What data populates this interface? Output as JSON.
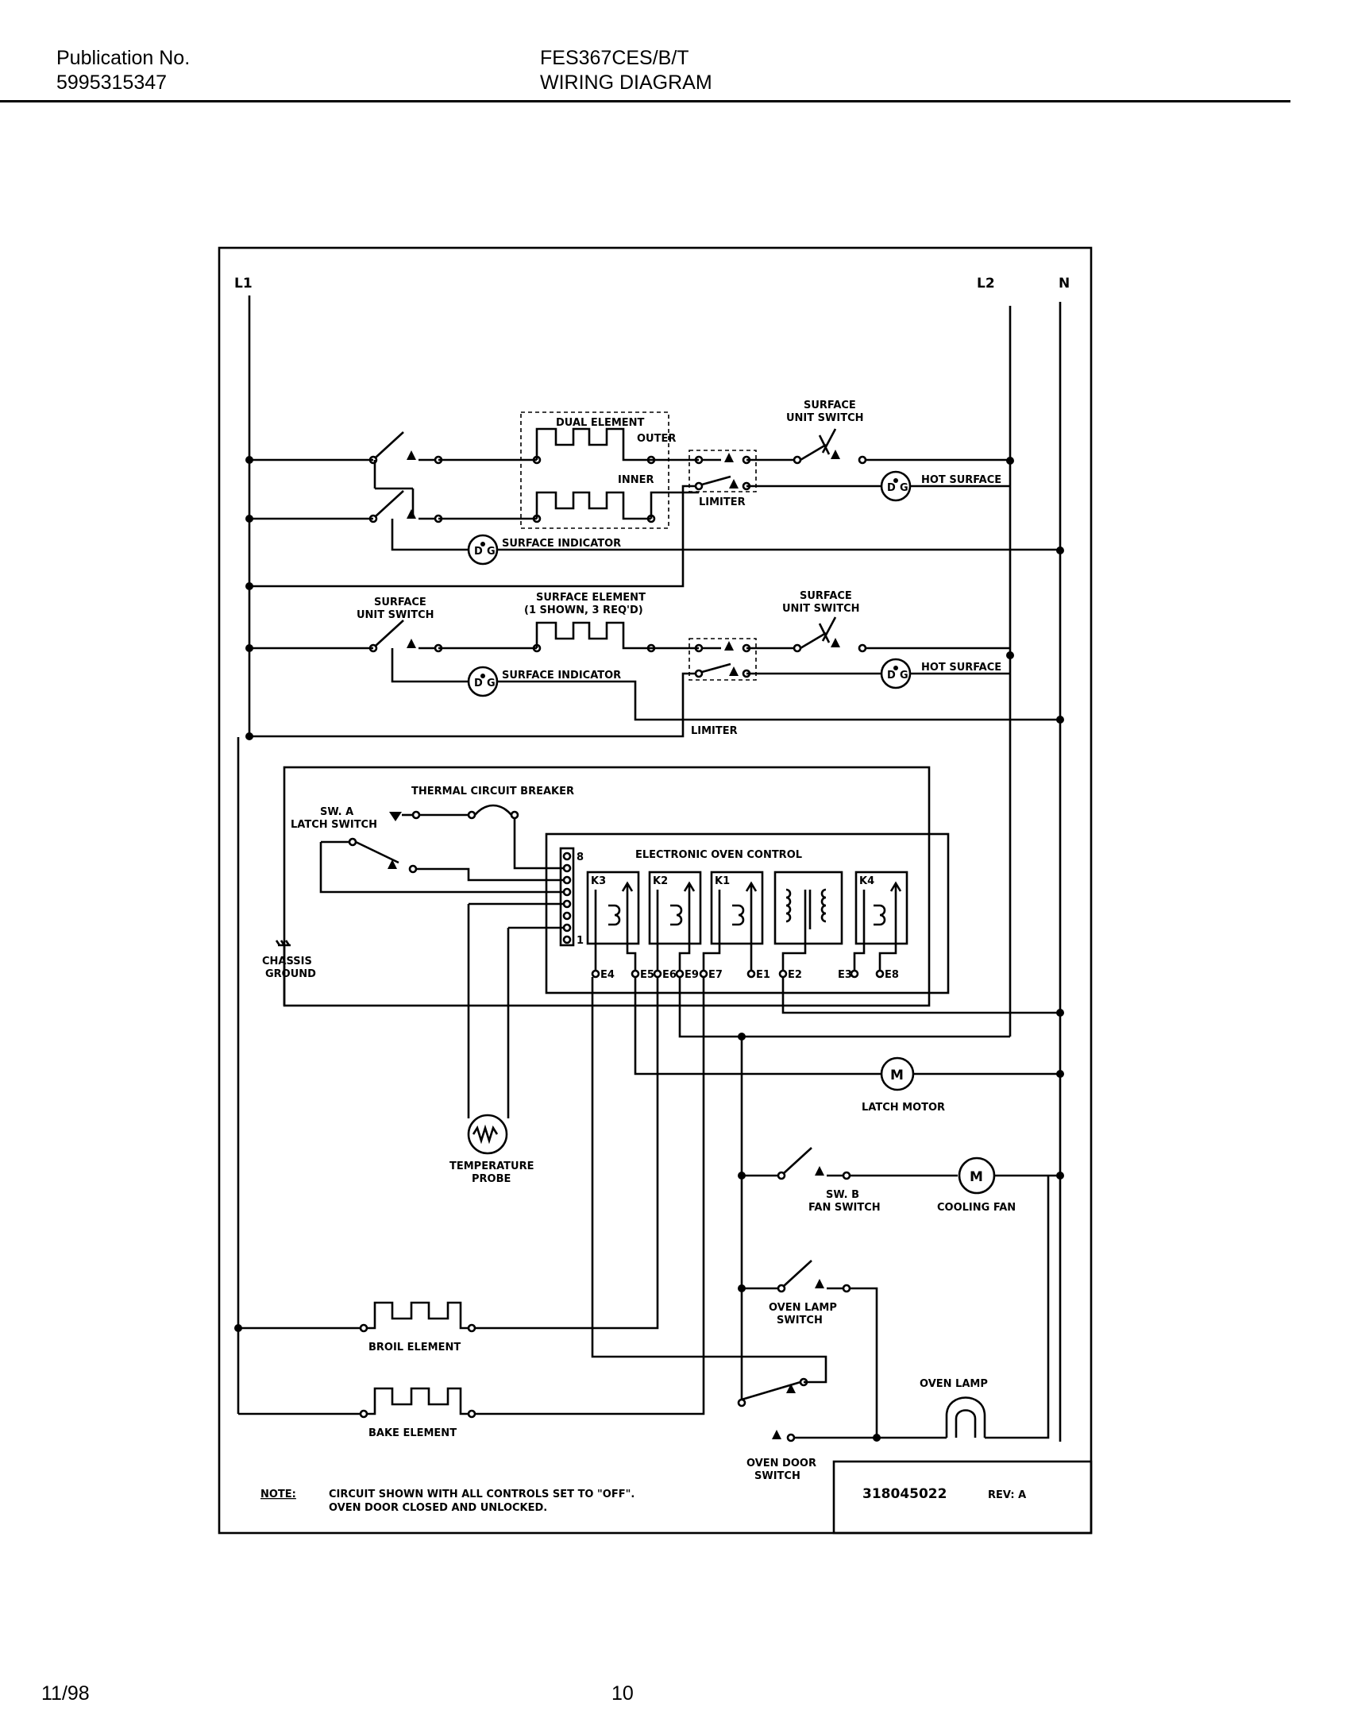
{
  "header": {
    "publication_label": "Publication No.",
    "publication_number": "5995315347",
    "model": "FES367CES/B/T",
    "doc_title": "WIRING DIAGRAM"
  },
  "footer": {
    "date": "11/98",
    "page_number": "10"
  },
  "diagram": {
    "lines": {
      "l1": "L1",
      "l2": "L2",
      "n": "N"
    },
    "dual_element": "DUAL ELEMENT",
    "outer": "OUTER",
    "inner": "INNER",
    "surface_unit_switch_1": "SURFACE",
    "surface_unit_switch_2": "UNIT SWITCH",
    "hot_surface": "HOT SURFACE",
    "limiter": "LIMITER",
    "surface_indicator": "SURFACE INDICATOR",
    "surface_element_1": "SURFACE ELEMENT",
    "surface_element_2": "(1 SHOWN, 3 REQ'D)",
    "thermal_circuit_breaker": "THERMAL CIRCUIT BREAKER",
    "sw_a_1": "SW. A",
    "sw_a_2": "LATCH SWITCH",
    "electronic_oven_control": "ELECTRONIC OVEN CONTROL",
    "chassis_1": "CHASSIS",
    "chassis_2": "GROUND",
    "relays": [
      "K3",
      "K2",
      "K1",
      "K4"
    ],
    "terminals": [
      "E4",
      "E5",
      "E6",
      "E9",
      "E7",
      "E1",
      "E2",
      "E3",
      "E8"
    ],
    "pin_top": "8",
    "pin_bottom": "1",
    "latch_motor": "LATCH MOTOR",
    "motor_symbol": "M",
    "temp_probe_1": "TEMPERATURE",
    "temp_probe_2": "PROBE",
    "sw_b_1": "SW. B",
    "sw_b_2": "FAN SWITCH",
    "cooling_fan": "COOLING FAN",
    "oven_lamp_switch_1": "OVEN LAMP",
    "oven_lamp_switch_2": "SWITCH",
    "oven_lamp": "OVEN LAMP",
    "broil_element": "BROIL ELEMENT",
    "bake_element": "BAKE ELEMENT",
    "oven_door_switch_1": "OVEN DOOR",
    "oven_door_switch_2": "SWITCH",
    "note_label": "NOTE:",
    "note_line1": "CIRCUIT SHOWN WITH ALL CONTROLS SET TO \"OFF\".",
    "note_line2": "OVEN DOOR CLOSED AND UNLOCKED.",
    "part_number": "318045022",
    "revision": "REV: A"
  }
}
